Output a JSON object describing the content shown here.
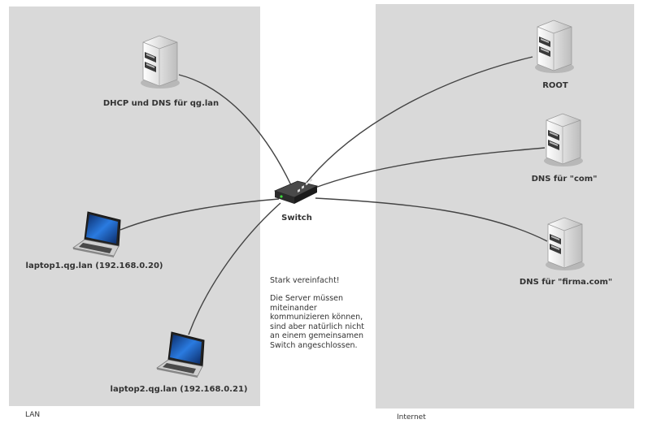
{
  "zones": {
    "lan_label": "LAN",
    "internet_label": "Internet"
  },
  "devices": {
    "dhcp_dns": "DHCP und DNS für qg.lan",
    "switch": "Switch",
    "laptop1": "laptop1.qg.lan (192.168.0.20)",
    "laptop2": "laptop2.qg.lan (192.168.0.21)",
    "root": "ROOT",
    "dns_com": "DNS für \"com\"",
    "dns_firma": "DNS für \"firma.com\""
  },
  "note": {
    "lines": [
      "Stark vereinfacht!",
      "",
      "Die Server müssen",
      "miteinander",
      "kommunizieren können,",
      "sind aber natürlich nicht",
      "an einem gemeinsamen",
      "Switch angeschlossen."
    ]
  },
  "colors": {
    "zone_fill": "#d9d9d9",
    "server_body": "#e8e8e8",
    "server_dark": "#3a3a3a",
    "screen_blue": "#1a5fc8",
    "switch_dark": "#2b2b2b"
  }
}
